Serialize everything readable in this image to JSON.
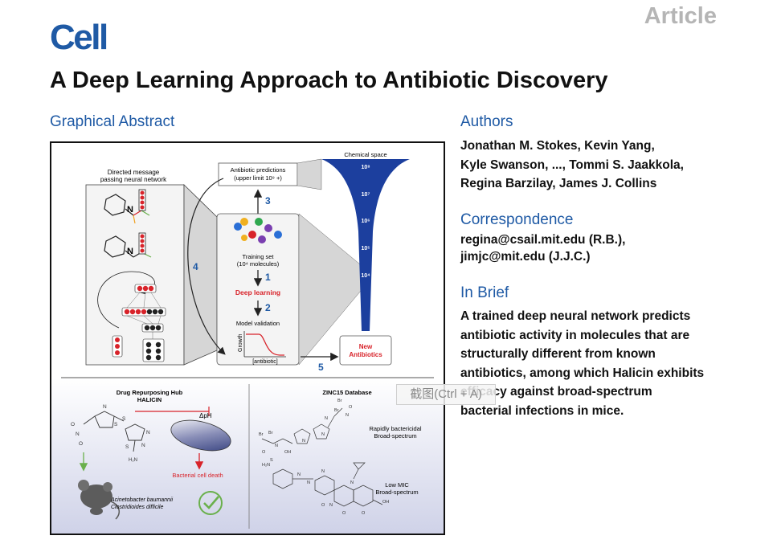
{
  "header": {
    "article_label": "Article",
    "journal": "Cell",
    "title": "A Deep Learning Approach to Antibiotic Discovery"
  },
  "graphical_abstract": {
    "heading": "Graphical Abstract",
    "mpnn_label_1": "Directed message",
    "mpnn_label_2": "passing neural network",
    "predictions_1": "Antibiotic predictions",
    "predictions_2": "(upper limit 10⁹ +)",
    "training_1": "Training set",
    "training_2": "(10⁴ molecules)",
    "deep_learning": "Deep learning",
    "model_validation": "Model validation",
    "growth": "Growth",
    "antibiotic_axis": "[antibiotic]",
    "new_1": "New",
    "new_2": "Antibiotics",
    "chemical_space": "Chemical space",
    "funnel_levels": [
      "10⁸",
      "10⁷",
      "10⁶",
      "10⁵",
      "10⁴"
    ],
    "steps": [
      "1",
      "2",
      "3",
      "4",
      "5"
    ],
    "hub_1": "Drug Repurposing Hub",
    "hub_2": "HALICIN",
    "dph": "ΔpH",
    "cell_death": "Bacterial cell death",
    "species_1": "Acinetobacter baumannii",
    "species_2": "Clostridioides difficile",
    "zinc": "ZINC15 Database",
    "rapid_1": "Rapidly bactericidal",
    "rapid_2": "Broad-spectrum",
    "lowmic_1": "Low MIC",
    "lowmic_2": "Broad-spectrum"
  },
  "authors": {
    "heading": "Authors",
    "line1": "Jonathan M. Stokes, Kevin Yang,",
    "line2": "Kyle Swanson, ..., Tommi S. Jaakkola,",
    "line3": "Regina Barzilay, James J. Collins"
  },
  "correspondence": {
    "heading": "Correspondence",
    "email1": "regina@csail.mit.edu (R.B.),",
    "email2": "jimjc@mit.edu (J.J.C.)"
  },
  "in_brief": {
    "heading": "In Brief",
    "lines": [
      "A trained deep neural network predicts",
      "antibiotic activity in molecules that are",
      "structurally different from known",
      "antibiotics, among which Halicin exhibits",
      "efficacy against broad-spectrum",
      "bacterial infections in mice."
    ]
  },
  "overlay": {
    "screenshot_hint": "截图(Ctrl + A)"
  },
  "colors": {
    "brand_blue": "#1f5aa5",
    "funnel_blue": "#1c3f9e",
    "red": "#d8232a",
    "green": "#6ab04c"
  }
}
